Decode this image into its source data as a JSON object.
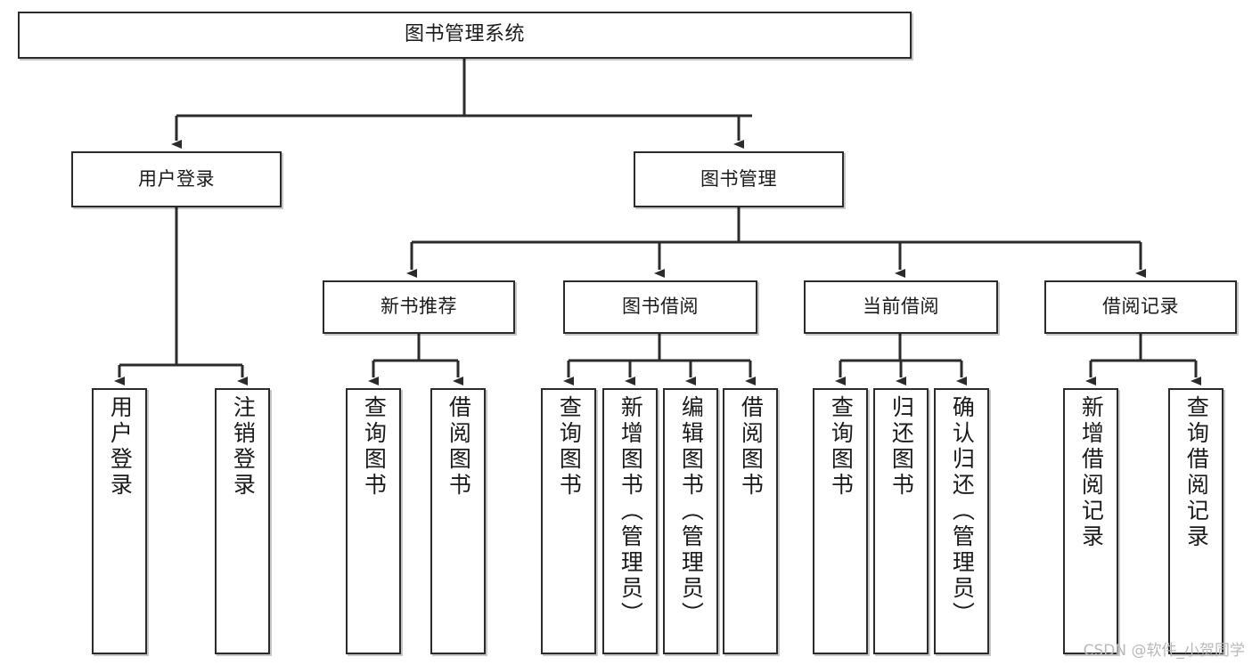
{
  "diagram": {
    "title": "图书管理系统",
    "type": "tree-hierarchy",
    "watermark": "CSDN @软件_小贺同学",
    "colors": {
      "box_border": "#2b2b2b",
      "box_fill": "#ffffff",
      "edge": "#2b2b2b",
      "text": "#1a1a1a",
      "watermark": "#b9b9b9",
      "background": "#ffffff"
    },
    "nodes": {
      "root": {
        "label": "图书管理系统"
      },
      "level2": [
        {
          "label": "用户登录"
        },
        {
          "label": "图书管理"
        }
      ],
      "level3": [
        {
          "label": "新书推荐"
        },
        {
          "label": "图书借阅"
        },
        {
          "label": "当前借阅"
        },
        {
          "label": "借阅记录"
        }
      ],
      "leaves": {
        "user_login": [
          {
            "label": "用户登录"
          },
          {
            "label": "注销登录"
          }
        ],
        "new_book_recommend": [
          {
            "label": "查询图书"
          },
          {
            "label": "借阅图书"
          }
        ],
        "book_borrow": [
          {
            "label": "查询图书"
          },
          {
            "label": "新增图书（管理员）"
          },
          {
            "label": "编辑图书（管理员）"
          },
          {
            "label": "借阅图书"
          }
        ],
        "current_borrow": [
          {
            "label": "查询图书"
          },
          {
            "label": "归还图书"
          },
          {
            "label": "确认归还（管理员）"
          }
        ],
        "borrow_records": [
          {
            "label": "新增借阅记录"
          },
          {
            "label": "查询借阅记录"
          }
        ]
      }
    }
  }
}
